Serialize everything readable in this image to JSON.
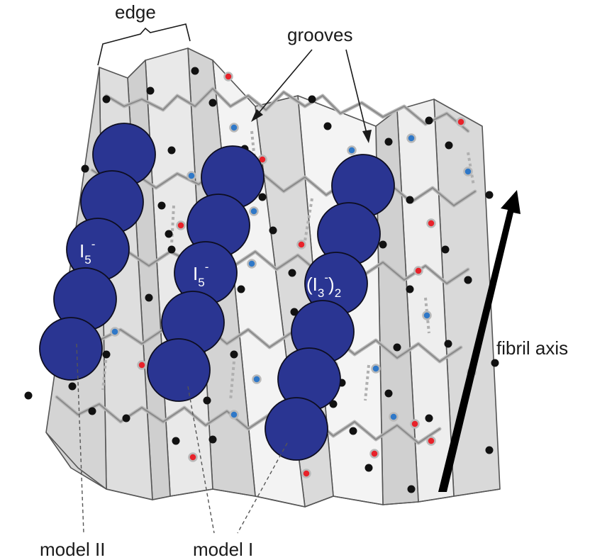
{
  "labels": {
    "edge": "edge",
    "grooves": "grooves",
    "fibril_axis": "fibril axis",
    "model_ii": "model II",
    "model_i": "model I"
  },
  "ions": {
    "left_base": "I",
    "left_sub": "5",
    "left_sup": "-",
    "middle_base": "I",
    "middle_sub": "5",
    "middle_sup": "-",
    "right_open": "(I",
    "right_sub": "3",
    "right_sup": "-",
    "right_close": ")",
    "right_close_sub": "2"
  },
  "colors": {
    "iodine": "#2a3592",
    "oxygen": "#e8222a",
    "nitrogen": "#2f78c8",
    "carbon": "#111111",
    "sheet_face": "#d6d6d6",
    "sheet_side": "#f0f0f0"
  }
}
